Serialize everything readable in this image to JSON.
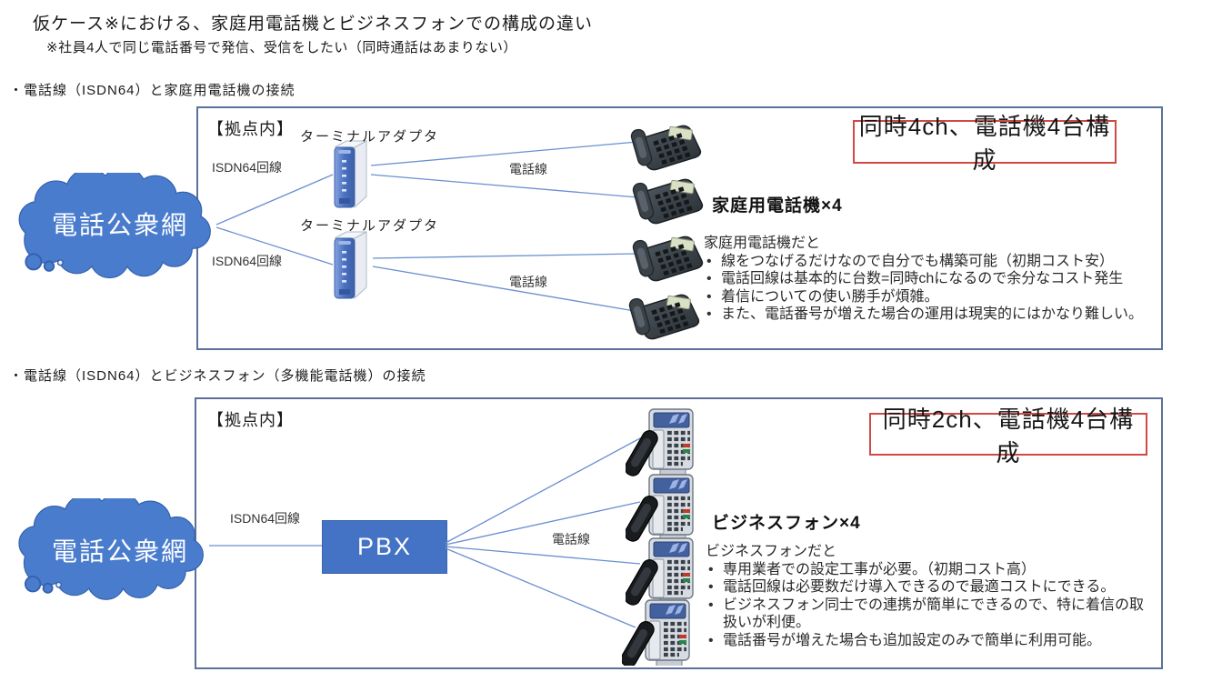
{
  "header": {
    "title": "仮ケース※における、家庭用電話機とビジネスフォンでの構成の違い",
    "subtitle": "※社員4人で同じ電話番号で発信、受信をしたい（同時通話はあまりない）"
  },
  "diagram1": {
    "heading": "・電話線（ISDN64）と家庭用電話機の接続",
    "zone_label": "【拠点内】",
    "cloud_label": "電話公衆網",
    "ta_label": "ターミナルアダプタ",
    "isdn_label": "ISDN64回線",
    "line_label": "電話線",
    "badge": "同時4ch、電話機4台構成",
    "phones_label": "家庭用電話機×4",
    "notes_title": "家庭用電話機だと",
    "notes": [
      "線をつなげるだけなので自分でも構築可能（初期コスト安）",
      "電話回線は基本的に台数=同時chになるので余分なコスト発生",
      "着信についての使い勝手が煩雑。",
      "また、電話番号が増えた場合の運用は現実的にはかなり難しい。"
    ]
  },
  "diagram2": {
    "heading": "・電話線（ISDN64）とビジネスフォン（多機能電話機）の接続",
    "zone_label": "【拠点内】",
    "cloud_label": "電話公衆網",
    "pbx_label": "PBX",
    "isdn_label": "ISDN64回線",
    "line_label": "電話線",
    "badge": "同時2ch、電話機4台構成",
    "phones_label": "ビジネスフォン×4",
    "notes_title": "ビジネスフォンだと",
    "notes": [
      "専用業者での設定工事が必要。（初期コスト高）",
      "電話回線は必要数だけ導入できるので最適コストにできる。",
      "ビジネスフォン同士での連携が簡単にできるので、特に着信の取扱いが利便。",
      "電話番号が増えた場合も追加設定のみで簡単に利用可能。"
    ]
  },
  "colors": {
    "cloud_fill": "#4A7CCE",
    "cloud_stroke": "#3461AD",
    "pbx_fill": "#4472C4",
    "connector_line": "#6A8FD0",
    "zone_border": "#5B719B",
    "badge_border": "#D04A45"
  }
}
